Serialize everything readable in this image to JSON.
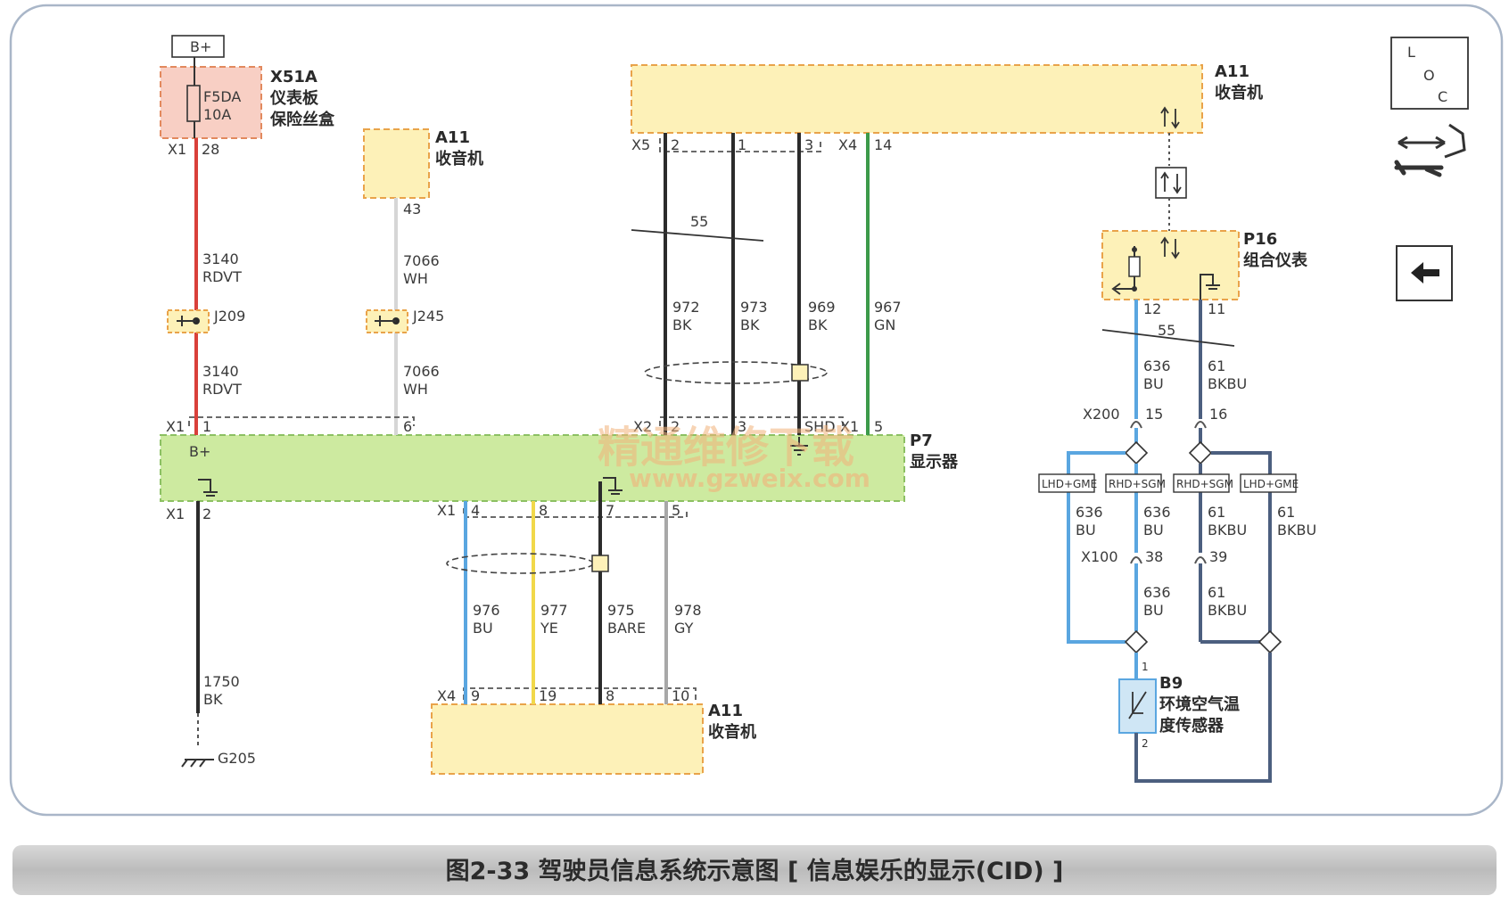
{
  "components": {
    "bplus_top": "B+",
    "x51a": {
      "code": "X51A",
      "name1": "仪表板",
      "name2": "保险丝盒",
      "fuse1": "F5DA",
      "fuse2": "10A"
    },
    "a11_top": {
      "code": "A11",
      "name": "收音机"
    },
    "a11_small": {
      "code": "A11",
      "name": "收音机"
    },
    "a11_bottom": {
      "code": "A11",
      "name": "收音机"
    },
    "p16": {
      "code": "P16",
      "name": "组合仪表"
    },
    "p7": {
      "code": "P7",
      "name": "显示器",
      "bplus": "B+"
    },
    "b9": {
      "code": "B9",
      "name1": "环境空气温",
      "name2": "度传感器"
    },
    "ground": "G205"
  },
  "pins": {
    "x1_28_c": "X1",
    "x1_28": "28",
    "p43": "43",
    "x5": "X5",
    "x5_2": "2",
    "x5_1": "1",
    "x5_3": "3",
    "x4_top": "X4",
    "x4_14": "14",
    "x1_1_c": "X1",
    "x1_1": "1",
    "x1_6": "6",
    "x2": "X2",
    "x2_2": "2",
    "x2_3": "3",
    "shd": "SHD",
    "x1_5_c": "X1",
    "x1_5": "5",
    "x1_2_c": "X1",
    "x1_2": "2",
    "x1b": "X1",
    "x1b_4": "4",
    "x1b_8": "8",
    "x1b_7": "7",
    "x1b_5": "5",
    "x4b": "X4",
    "x4b_9": "9",
    "x4b_19": "19",
    "x4b_8": "8",
    "x4b_10": "10",
    "p16_12": "12",
    "p16_11": "11",
    "x200": "X200",
    "x200_15": "15",
    "x200_16": "16",
    "x100": "X100",
    "x100_38": "38",
    "x100_39": "39",
    "b9_1": "1",
    "b9_2": "2"
  },
  "splices": {
    "j209": "J209",
    "j245": "J245"
  },
  "twist_left": "55",
  "twist_right": "55",
  "wires": [
    {
      "num": "3140",
      "color": "RDVT"
    },
    {
      "num": "3140",
      "color": "RDVT"
    },
    {
      "num": "7066",
      "color": "WH"
    },
    {
      "num": "7066",
      "color": "WH"
    },
    {
      "num": "972",
      "color": "BK"
    },
    {
      "num": "973",
      "color": "BK"
    },
    {
      "num": "969",
      "color": "BK"
    },
    {
      "num": "967",
      "color": "GN"
    },
    {
      "num": "1750",
      "color": "BK"
    },
    {
      "num": "976",
      "color": "BU"
    },
    {
      "num": "977",
      "color": "YE"
    },
    {
      "num": "975",
      "color": "BARE"
    },
    {
      "num": "978",
      "color": "GY"
    },
    {
      "num": "636",
      "color": "BU"
    },
    {
      "num": "61",
      "color": "BKBU"
    },
    {
      "num": "636",
      "color": "BU"
    },
    {
      "num": "636",
      "color": "BU"
    },
    {
      "num": "61",
      "color": "BKBU"
    },
    {
      "num": "61",
      "color": "BKBU"
    },
    {
      "num": "636",
      "color": "BU"
    },
    {
      "num": "61",
      "color": "BKBU"
    }
  ],
  "options": [
    "LHD+GME",
    "RHD+SGM",
    "RHD+SGM",
    "LHD+GME"
  ],
  "loc": {
    "l": "L",
    "o": "O",
    "c": "C"
  },
  "watermark": {
    "line1": "精通维修下载",
    "line2": "www.gzweix.com"
  },
  "caption": "图2-33  驾驶员信息系统示意图 [ 信息娱乐的显示(CID) ]",
  "colors": {
    "yellow_box": "#fdf1b8",
    "green_box": "#cdeaa0",
    "red_box": "#f8cfc4",
    "wire_red": "#d9403a",
    "wire_black": "#2b2b2b",
    "wire_blue": "#5aa6e0",
    "wire_darkblue": "#4c5f7f",
    "wire_yellow": "#f1d84a",
    "wire_green": "#3c9a4a",
    "wire_white": "#d6d6d6",
    "wire_gray": "#a8a8a8"
  }
}
